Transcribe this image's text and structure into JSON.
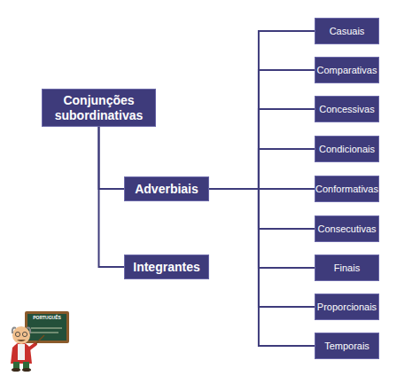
{
  "diagram": {
    "nodes": [
      {
        "text": [
          "Conjunções subordinativas"
        ]
      },
      {
        "text": [
          "Adverbiais"
        ]
      },
      {
        "text": [
          "Integrantes"
        ]
      },
      {
        "text": [
          "Casuais"
        ]
      },
      {
        "text": [
          "Comparativas"
        ]
      },
      {
        "text": [
          "Concessivas"
        ]
      },
      {
        "text": [
          "Condicionais"
        ]
      },
      {
        "text": [
          "Conformativas"
        ]
      },
      {
        "text": [
          "Consecutivas"
        ]
      },
      {
        "text": [
          "Finais"
        ]
      },
      {
        "text": [
          "Proporcionais"
        ]
      },
      {
        "text": [
          "Temporais"
        ]
      }
    ],
    "edges": [
      {
        "from": 0,
        "to": 1,
        "arrow": "none"
      },
      {
        "from": 0,
        "to": 2,
        "arrow": "none"
      },
      {
        "from": 1,
        "to": 3,
        "arrow": "none"
      },
      {
        "from": 1,
        "to": 4,
        "arrow": "none"
      },
      {
        "from": 1,
        "to": 5,
        "arrow": "none"
      },
      {
        "from": 1,
        "to": 6,
        "arrow": "none"
      },
      {
        "from": 1,
        "to": 7,
        "arrow": "none"
      },
      {
        "from": 1,
        "to": 8,
        "arrow": "none"
      },
      {
        "from": 1,
        "to": 9,
        "arrow": "none"
      },
      {
        "from": 1,
        "to": 10,
        "arrow": "none"
      },
      {
        "from": 1,
        "to": 11,
        "arrow": "none"
      }
    ],
    "labels": [
      "PORTUGUÊS"
    ]
  }
}
